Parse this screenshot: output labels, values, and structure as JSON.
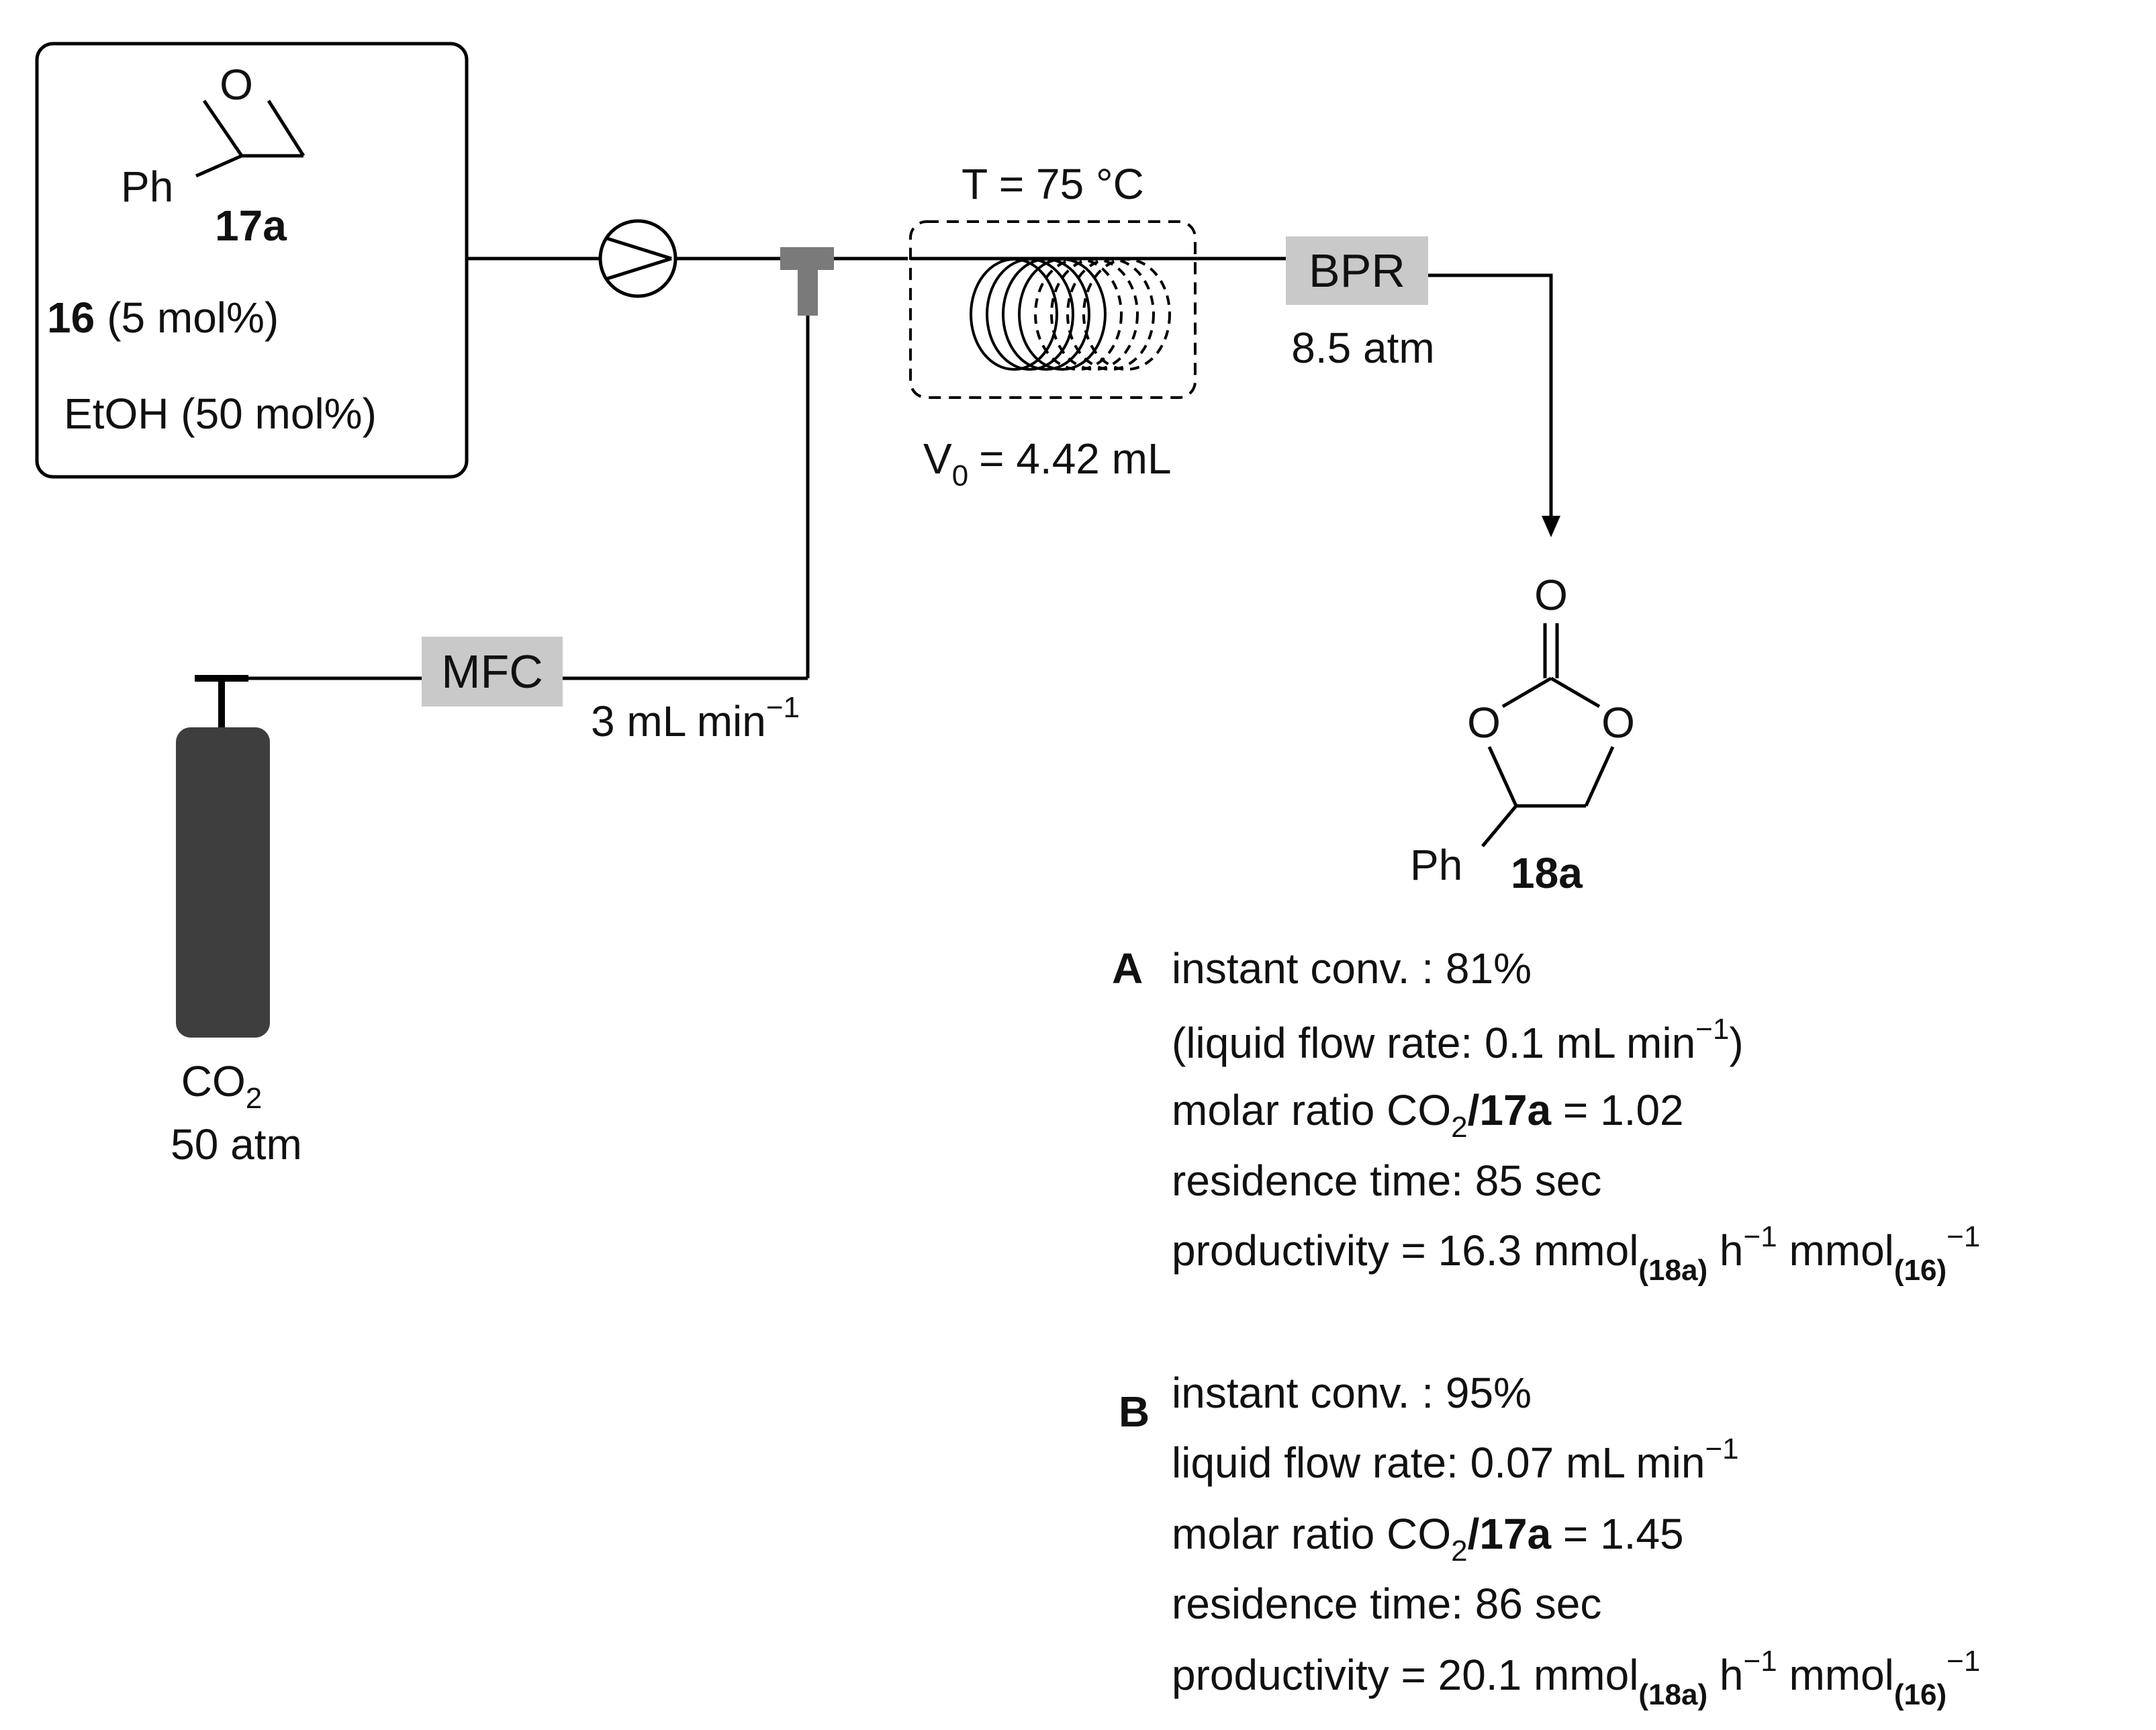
{
  "reagent_box": {
    "oxygen": "O",
    "phenyl": "Ph",
    "compound": "17a",
    "catalyst_id": "16",
    "catalyst_amount": "(5 mol%)",
    "additive": "EtOH (50 mol%)"
  },
  "reactor": {
    "temperature": "T = 75 °C",
    "volume_prefix": "V",
    "volume_sub": "0",
    "volume_value": "= 4.42 mL"
  },
  "bpr": {
    "label": "BPR",
    "pressure": "8.5 atm"
  },
  "mfc": {
    "label": "MFC",
    "flow_main": "3 mL min",
    "flow_sup": "−1"
  },
  "cylinder": {
    "gas": "CO",
    "gas_sub": "2",
    "pressure": "50 atm"
  },
  "product": {
    "oxygen_top": "O",
    "oxygen_left": "O",
    "oxygen_right": "O",
    "phenyl": "Ph",
    "compound": "18a"
  },
  "results": {
    "A": {
      "letter": "A",
      "conv": "instant conv. : 81%",
      "flow_main": "(liquid flow rate: 0.1 mL min",
      "flow_sup": "−1",
      "flow_close": ")",
      "ratio_pre": "molar ratio CO",
      "ratio_sub": "2",
      "ratio_slash": "/",
      "ratio_bold": "17a",
      "ratio_post": " = 1.02",
      "residence": "residence time: 85 sec",
      "prod_pre": "productivity = 16.3 mmol",
      "prod_sub1": "(18a)",
      "prod_mid": " h",
      "prod_sup1": "−1",
      "prod_mid2": " mmol",
      "prod_sub2": "(16)",
      "prod_sup2": "−1"
    },
    "B": {
      "letter": "B",
      "conv": "instant conv. : 95%",
      "flow_main": "liquid flow rate: 0.07 mL min",
      "flow_sup": "−1",
      "ratio_pre": "molar ratio CO",
      "ratio_sub": "2",
      "ratio_slash": "/",
      "ratio_bold": "17a",
      "ratio_post": " = 1.45",
      "residence": "residence time: 86 sec",
      "prod_pre": "productivity = 20.1 mmol",
      "prod_sub1": "(18a)",
      "prod_mid": " h",
      "prod_sup1": "−1",
      "prod_mid2": " mmol",
      "prod_sub2": "(16)",
      "prod_sup2": "−1"
    }
  },
  "colors": {
    "line": "#000000",
    "box_fill": "#c9c9c9",
    "tee_fill": "#7a7a7a",
    "cylinder_fill": "#3e3e3e"
  }
}
